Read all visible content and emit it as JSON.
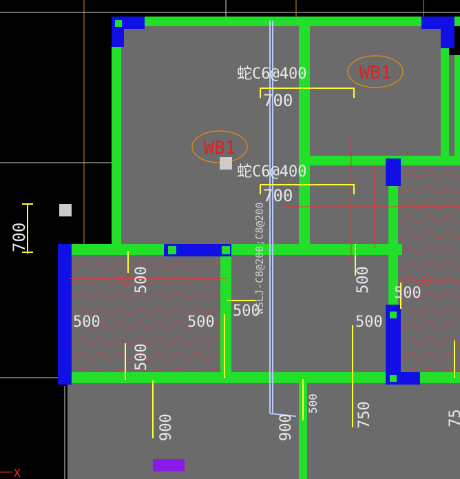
{
  "drawing": {
    "slab_labels": [
      "WB1",
      "WB1"
    ],
    "rebar_spec": [
      "蛇C6@400",
      "蛇C6@400"
    ],
    "rebar_spec_alt": "蛇C6@400",
    "vertical_note": "WSLJ-C8@200;C8@200",
    "dimensions": {
      "d700_top": "700",
      "d700_mid": "700",
      "d700_left": "700",
      "d500_a": "500",
      "d500_b": "500",
      "d500_c": "500",
      "d500_d": "500",
      "d500_e": "500",
      "d500_f": "500",
      "d500_g": "500",
      "d500_h": "500",
      "d900_a": "900",
      "d900_b": "900",
      "d500_i": "500",
      "d750": "750",
      "d75_partial": "75"
    },
    "axis_label": "X"
  },
  "colors": {
    "background": "#000000",
    "slab": "#6b6b6b",
    "beam": "#22e02a",
    "column": "#1010e6",
    "dimension": "#ffff33",
    "text": "#e8e8e8",
    "slab_label": "#e02020",
    "axis": "#ff2a2a",
    "hatch": "#c9424a",
    "purple_block": "#8a1ae8"
  }
}
